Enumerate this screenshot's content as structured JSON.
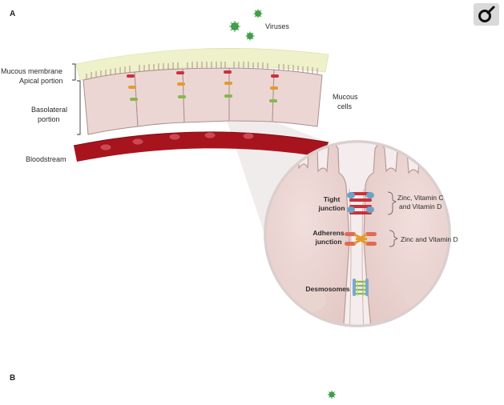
{
  "panels": {
    "a": "A",
    "b": "B"
  },
  "labels": {
    "viruses": "Viruses",
    "mucous_membrane": "Mucous membrane",
    "apical_portion": "Apical portion",
    "basolateral_portion": [
      "Basolateral",
      "portion"
    ],
    "bloodstream": "Bloodstream",
    "mucous_cells": [
      "Mucous",
      "cells"
    ]
  },
  "callouts": {
    "tight_junction": [
      "Tight",
      "junction"
    ],
    "tight_nutrients": [
      "Zinc, Vitamin C",
      "and Vitamin D"
    ],
    "adherens_junction": [
      "Adherens",
      "junction"
    ],
    "adherens_nutrients": "Zinc and Vitamin D",
    "desmosomes": "Desmosomes"
  },
  "icons": [
    "virus-icon",
    "brand-logo-icon"
  ],
  "colors": {
    "mucus": "#eef1c9",
    "cell": "#ecd6d3",
    "cell_border": "#a98f8d",
    "blood": "#a8141e",
    "tight": "#c8323a",
    "adherens_orange": "#e39b2d",
    "adherens_red": "#e06a55",
    "desmosome": "#86b84a",
    "claudin_blue": "#6aa5c9",
    "virus": "#3f9f4a"
  }
}
